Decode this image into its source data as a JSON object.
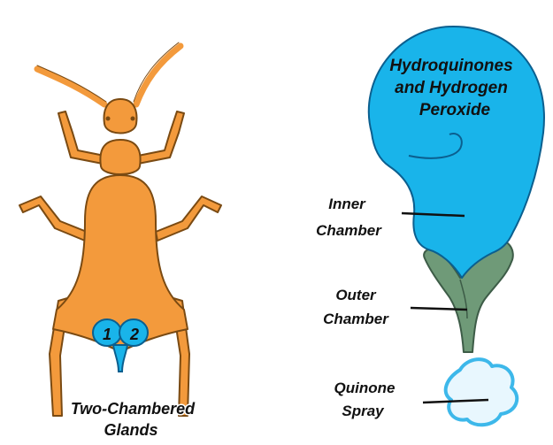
{
  "gland_numbers": {
    "one": "1",
    "two": "2"
  },
  "beetle_caption": {
    "line1": "Two-Chambered",
    "line2": "Glands"
  },
  "reservoir_label": {
    "line1": "Hydroquinones",
    "line2": "and Hydrogen",
    "line3": "Peroxide"
  },
  "inner_chamber_label": {
    "line1": "Inner",
    "line2": "Chamber"
  },
  "outer_chamber_label": {
    "line1": "Outer",
    "line2": "Chamber"
  },
  "spray_label": {
    "line1": "Quinone",
    "line2": "Spray"
  },
  "colors": {
    "beetle_body": "#f39a3c",
    "beetle_outline": "#7a4a12",
    "gland_blue": "#19b4ea",
    "outer_chamber_green": "#6f9a78",
    "spray_fill": "#e8f7fe",
    "label_text": "#111111"
  }
}
